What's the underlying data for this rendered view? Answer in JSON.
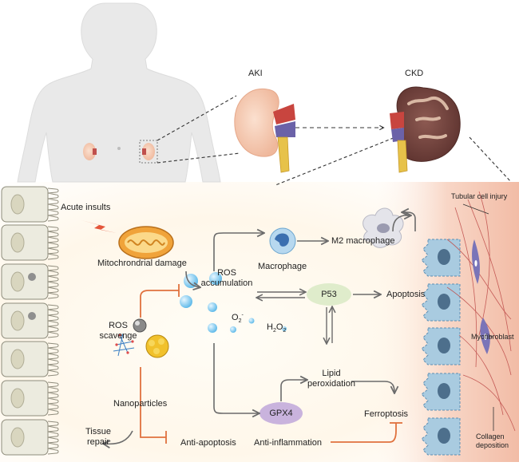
{
  "organs": {
    "aki": "AKI",
    "ckd": "CKD"
  },
  "inputs": {
    "acute_insults": "Acute insults",
    "mitochondrial_damage": "Mitochrondrial damage",
    "ros_scavenge": "ROS\nscavenge",
    "nanoparticles": "Nanoparticles",
    "tissue_repair": "Tissue\nrepair"
  },
  "pathway": {
    "ros_accumulation": "ROS\naccumulation",
    "o2": "O",
    "o2_sub": "2",
    "o2_sup": "-",
    "h2o2_a": "H",
    "h2o2_sub1": "2",
    "h2o2_b": "O",
    "h2o2_sub2": "2",
    "macrophage": "Macrophage",
    "m2_macrophage": "M2 macrophage",
    "p53": "P53",
    "apoptosis": "Apoptosis",
    "lipid_peroxidation": "Lipid\nperoxidation",
    "gpx4": "GPX4",
    "ferroptosis": "Ferroptosis",
    "anti_apoptosis": "Anti-apoptosis",
    "anti_inflammation": "Anti-inflammation"
  },
  "fibrosis": {
    "tubular_cell_injury": "Tubular cell injury",
    "myofibroblast": "Myofibroblast",
    "collagen_deposition": "Collagen\ndeposition"
  },
  "colors": {
    "inhibit": "#e0713e",
    "arrow": "#6b6b6b",
    "p53_fill": "#dfeccb",
    "gpx4_fill": "#c9b3dd",
    "ros_bubble": "#79c8ee",
    "cell_fill": "#a9cbe0",
    "kidney_aki": "#f2c2ab",
    "kidney_ckd": "#7b4a44"
  }
}
